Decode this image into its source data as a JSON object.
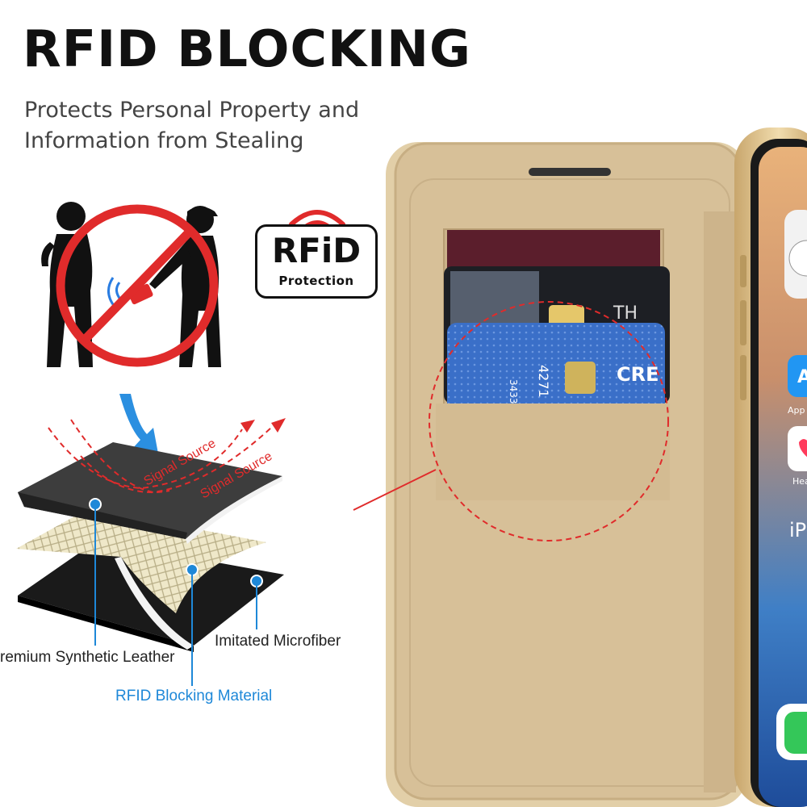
{
  "headline": "RFID BLOCKING",
  "subtitle": [
    "Protects Personal Property and",
    "Information from Stealing"
  ],
  "badge": {
    "title": "RFiD",
    "subtitle": "Protection"
  },
  "signal_labels": [
    "Signal Source",
    "Signal Source"
  ],
  "layers": {
    "leather": "remium Synthetic Leather",
    "microfiber": "Imitated Microfiber",
    "blocking": "RFID Blocking Material"
  },
  "phone_labels": {
    "app_store": "App S",
    "health": "Hea",
    "ip": "iP"
  },
  "colors": {
    "accent_red": "#e02b2b",
    "accent_blue": "#1e88d8",
    "case_tan": "#d7c098",
    "gold": "#d9bb86"
  }
}
